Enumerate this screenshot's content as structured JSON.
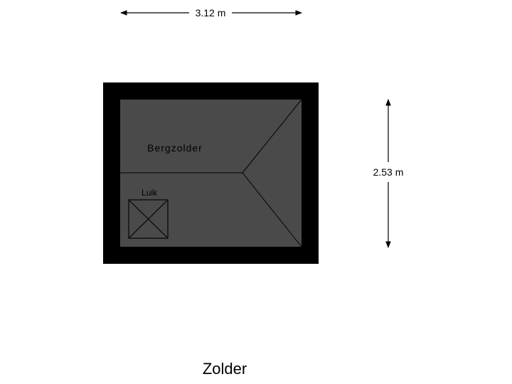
{
  "plan": {
    "width_label": "3.12 m",
    "height_label": "2.53 m",
    "room_label": "Bergzolder",
    "hatch_label": "Luik",
    "floor_title": "Zolder"
  },
  "colors": {
    "wall": "#000000",
    "floor": "#4a4a4a",
    "line": "#000000",
    "background": "#ffffff"
  }
}
